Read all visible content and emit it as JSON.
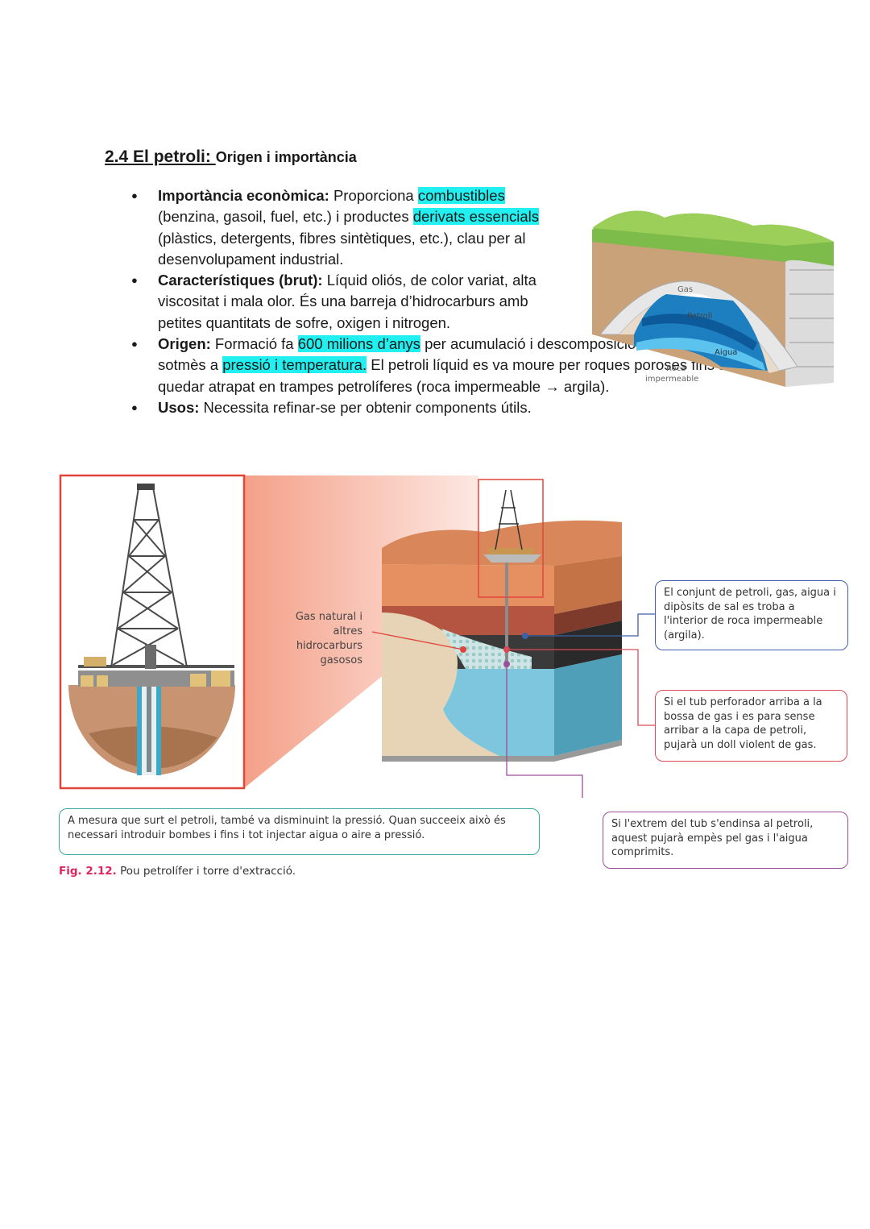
{
  "heading": {
    "title": "2.4 El petroli: ",
    "subtitle": "Origen i importància"
  },
  "bullets": {
    "economic": {
      "label": "Importància econòmica:",
      "t1": " Proporciona ",
      "h1": "combustibles",
      "t2": " (benzina, gasoil, fuel, etc.) i productes ",
      "h2": "derivats essencials",
      "t3": " (plàstics, detergents, fibres sintètiques, etc.), clau per al desenvolupament industrial."
    },
    "features": {
      "label": "Característiques (brut):",
      "t1": " Líquid oliós, de color variat, alta viscositat i mala olor. És una barreja d’hidrocarburs amb petites quantitats de sofre, oxigen i nitrogen."
    },
    "origin": {
      "label": "Origen:",
      "t1": " Formació fa ",
      "h1": "600 milions d’anys",
      "t2": " per acumulació i descomposició de plàncton marí sotmès a ",
      "h2": "pressió i temperatura.",
      "t3": " El petroli líquid es va moure per roques poroses fins a quedar atrapat en trampes petrolíferes (roca impermeable → argila)."
    },
    "uses": {
      "label": "Usos:",
      "t1": " Necessita refinar-se per obtenir components útils."
    }
  },
  "trap_diagram": {
    "gas": "Gas",
    "oil": "Petroli",
    "water": "Aigua",
    "rock_1": "Roca",
    "rock_2": "impermeable"
  },
  "figure": {
    "gas_label": "Gas natural i altres hidrocarburs gasosos",
    "callout_rock": "El conjunt de petroli, gas, aigua i dipòsits de sal es troba a l'interior de roca impermeable (argila).",
    "callout_gas": "Si el tub perforador arriba a la bossa de gas i es para sense arribar a la capa de petroli, pujarà un doll violent de gas.",
    "callout_oil": "Si l'extrem del tub s'endinsa al petroli, aquest pujarà empès pel gas i l'aigua comprimits.",
    "callout_pressure": "A mesura que surt el petroli, també va disminuint la pressió. Quan succeeix això és necessari introduir bombes i fins i tot injectar aigua o aire a pressió.",
    "caption_num": "Fig. 2.12.",
    "caption_text": " Pou petrolífer i torre d'extracció."
  },
  "colors": {
    "highlight": "#22f0f0",
    "callout_blue": "#3f5fa8",
    "callout_red": "#d94a55",
    "callout_purple": "#9b4f96",
    "callout_teal": "#3aa6a0",
    "frame_red": "#e0453a",
    "caption_accent": "#e1245e"
  }
}
